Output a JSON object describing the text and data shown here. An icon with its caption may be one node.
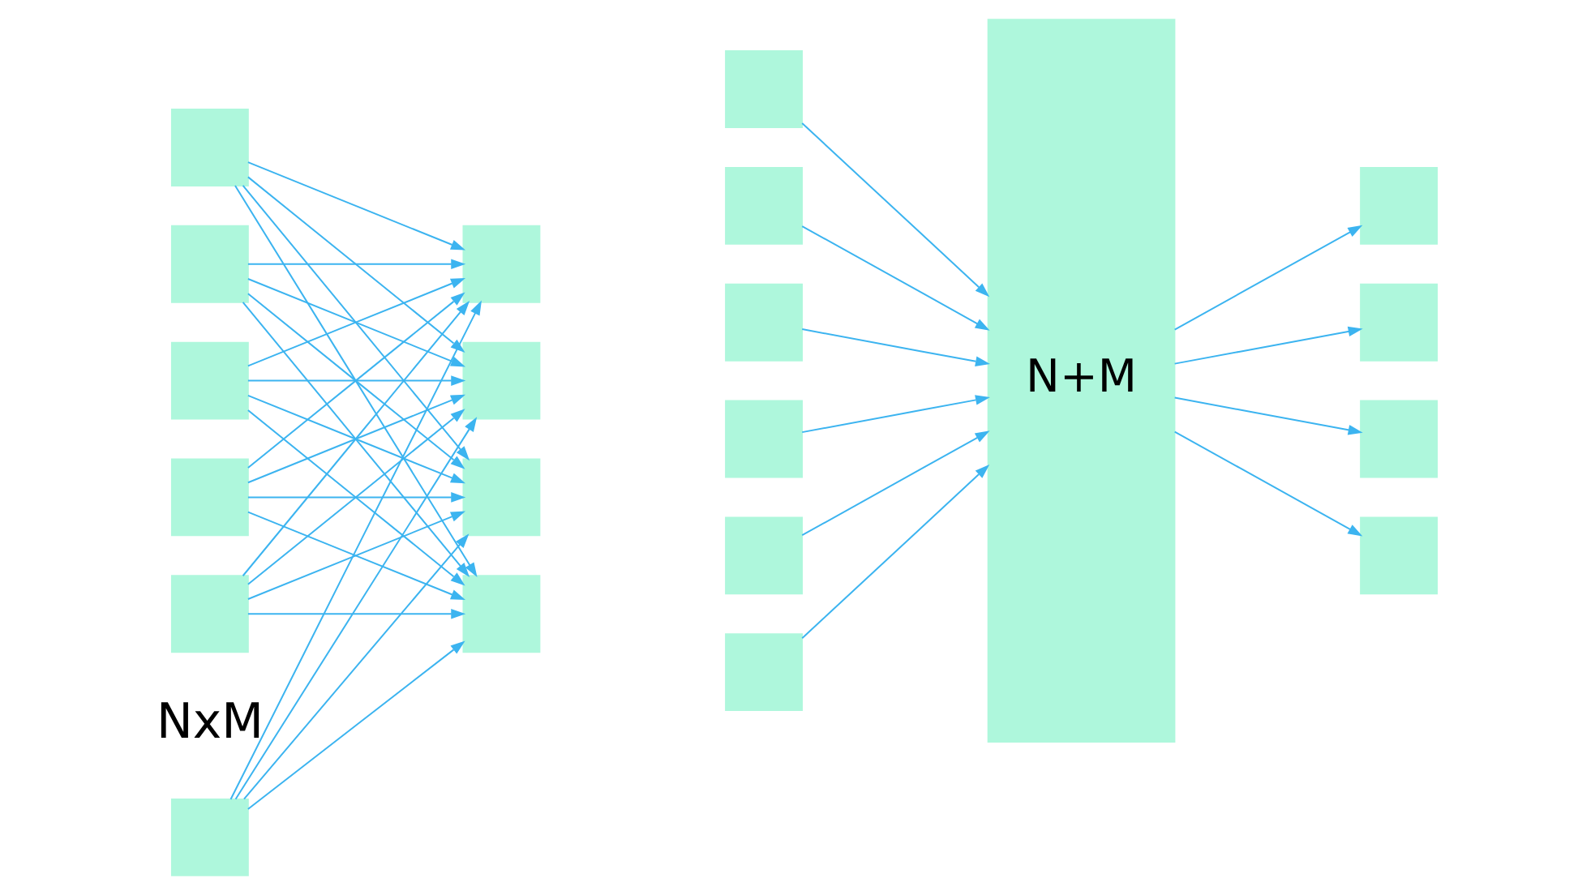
{
  "diagram": {
    "nodes": [
      {
        "text": [],
        "shape": "box"
      },
      {
        "text": [],
        "shape": "box"
      },
      {
        "text": [],
        "shape": "box"
      },
      {
        "text": [],
        "shape": "box"
      },
      {
        "text": [],
        "shape": "box"
      },
      {
        "text": [],
        "shape": "box"
      },
      {
        "text": [],
        "shape": "box"
      },
      {
        "text": [],
        "shape": "box"
      },
      {
        "text": [],
        "shape": "box"
      },
      {
        "text": [],
        "shape": "box"
      },
      {
        "text": [],
        "shape": "box"
      },
      {
        "text": [],
        "shape": "box"
      },
      {
        "text": [],
        "shape": "box"
      },
      {
        "text": [],
        "shape": "box"
      },
      {
        "text": [],
        "shape": "box"
      },
      {
        "text": [],
        "shape": "box"
      },
      {
        "text": [
          "N+M"
        ]
      },
      {
        "text": [],
        "shape": "box"
      },
      {
        "text": [],
        "shape": "box"
      },
      {
        "text": [],
        "shape": "box"
      },
      {
        "text": [],
        "shape": "box"
      }
    ],
    "edges": [
      {
        "from": 0,
        "to": 6,
        "arrow": "to"
      },
      {
        "from": 0,
        "to": 7,
        "arrow": "to"
      },
      {
        "from": 0,
        "to": 8,
        "arrow": "to"
      },
      {
        "from": 0,
        "to": 9,
        "arrow": "to"
      },
      {
        "from": 1,
        "to": 6,
        "arrow": "to"
      },
      {
        "from": 1,
        "to": 7,
        "arrow": "to"
      },
      {
        "from": 1,
        "to": 8,
        "arrow": "to"
      },
      {
        "from": 1,
        "to": 9,
        "arrow": "to"
      },
      {
        "from": 2,
        "to": 6,
        "arrow": "to"
      },
      {
        "from": 2,
        "to": 7,
        "arrow": "to"
      },
      {
        "from": 2,
        "to": 8,
        "arrow": "to"
      },
      {
        "from": 2,
        "to": 9,
        "arrow": "to"
      },
      {
        "from": 3,
        "to": 6,
        "arrow": "to"
      },
      {
        "from": 3,
        "to": 7,
        "arrow": "to"
      },
      {
        "from": 3,
        "to": 8,
        "arrow": "to"
      },
      {
        "from": 3,
        "to": 9,
        "arrow": "to"
      },
      {
        "from": 4,
        "to": 6,
        "arrow": "to"
      },
      {
        "from": 4,
        "to": 7,
        "arrow": "to"
      },
      {
        "from": 4,
        "to": 8,
        "arrow": "to"
      },
      {
        "from": 4,
        "to": 9,
        "arrow": "to"
      },
      {
        "from": 5,
        "to": 6,
        "arrow": "to"
      },
      {
        "from": 5,
        "to": 7,
        "arrow": "to"
      },
      {
        "from": 5,
        "to": 8,
        "arrow": "to"
      },
      {
        "from": 5,
        "to": 9,
        "arrow": "to"
      },
      {
        "from": 10,
        "to": 16,
        "arrow": "to"
      },
      {
        "from": 11,
        "to": 16,
        "arrow": "to"
      },
      {
        "from": 12,
        "to": 16,
        "arrow": "to"
      },
      {
        "from": 13,
        "to": 16,
        "arrow": "to"
      },
      {
        "from": 14,
        "to": 16,
        "arrow": "to"
      },
      {
        "from": 15,
        "to": 16,
        "arrow": "to"
      },
      {
        "from": 16,
        "to": 17,
        "arrow": "to"
      },
      {
        "from": 16,
        "to": 18,
        "arrow": "to"
      },
      {
        "from": 16,
        "to": 19,
        "arrow": "to"
      },
      {
        "from": 16,
        "to": 20,
        "arrow": "to"
      }
    ],
    "labels": [
      "NxM"
    ]
  }
}
